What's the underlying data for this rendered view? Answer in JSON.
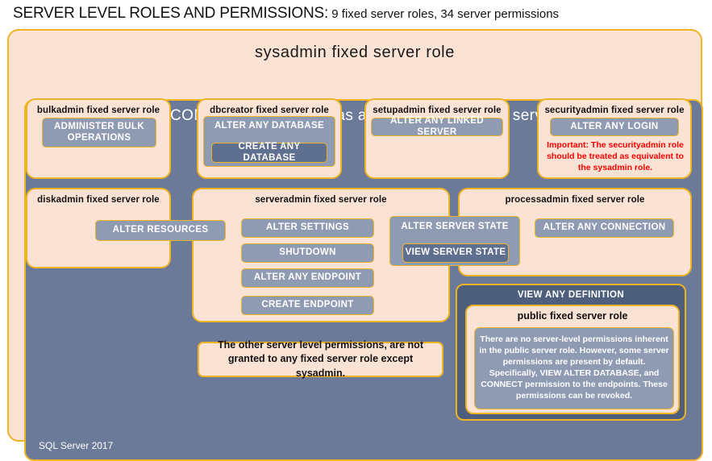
{
  "title": {
    "main": "SERVER LEVEL ROLES AND PERMISSIONS:",
    "sub": " 9 fixed server roles, 34 server permissions"
  },
  "sysadmin": {
    "label": "sysadmin  fixed  server  role"
  },
  "control_server": {
    "label": "CONTROL SERVER: Has all permissions in the server",
    "footer": "SQL Server 2017"
  },
  "roles": {
    "bulkadmin": {
      "title": "bulkadmin  fixed server role",
      "permissions": [
        {
          "label": "ADMINISTER  BULK OPERATIONS"
        }
      ]
    },
    "dbcreator": {
      "title": "dbcreator fixed server role",
      "permissions": [
        {
          "label": "ALTER ANY DATABASE"
        },
        {
          "label": "CREATE  ANY DATABASE"
        }
      ]
    },
    "setupadmin": {
      "title": "setupadmin fixed server role",
      "permissions": [
        {
          "label": "ALTER ANY LINKED SERVER"
        }
      ]
    },
    "securityadmin": {
      "title": "securityadmin  fixed server role",
      "permissions": [
        {
          "label": "ALTER ANY LOGIN"
        }
      ],
      "warning": "Important:  The securityadmin role should  be treated as equivalent to the  sysadmin role."
    },
    "diskadmin": {
      "title": "diskadmin fixed server role",
      "permissions": [
        {
          "label": "ALTER RESOURCES"
        }
      ]
    },
    "serveradmin": {
      "title": "serveradmin fixed server role",
      "permissions": [
        {
          "label": "ALTER SETTINGS"
        },
        {
          "label": "SHUTDOWN"
        },
        {
          "label": "ALTER ANY ENDPOINT"
        },
        {
          "label": "CREATE  ENDPOINT"
        },
        {
          "label": "ALTER SERVER  STATE"
        },
        {
          "label": "VIEW SERVER  STATE"
        }
      ]
    },
    "processadmin": {
      "title": "processadmin fixed server role",
      "permissions": [
        {
          "label": "ALTER ANY CONNECTION"
        }
      ]
    },
    "public": {
      "group_label": "VIEW ANY DEFINITION",
      "title": "public  fixed server role",
      "description": "There are no server-level permissions inherent in the public server role. However, some server permissions are present by default. Specifically, VIEW ALTER DATABASE, and CONNECT permission to the endpoints. These permissions can be revoked."
    }
  },
  "notes": {
    "other_permissions": "The other server level permissions,  are not granted to any fixed server role except sysadmin."
  },
  "colors": {
    "peach": "#fae3d5",
    "gold_border": "#f0b323",
    "slate": "#6b7a99",
    "perm_grey": "#8f9bb3",
    "perm_dark": "#5f6f8f",
    "navy": "#4e5f7d",
    "warning_red": "#ff0000"
  }
}
